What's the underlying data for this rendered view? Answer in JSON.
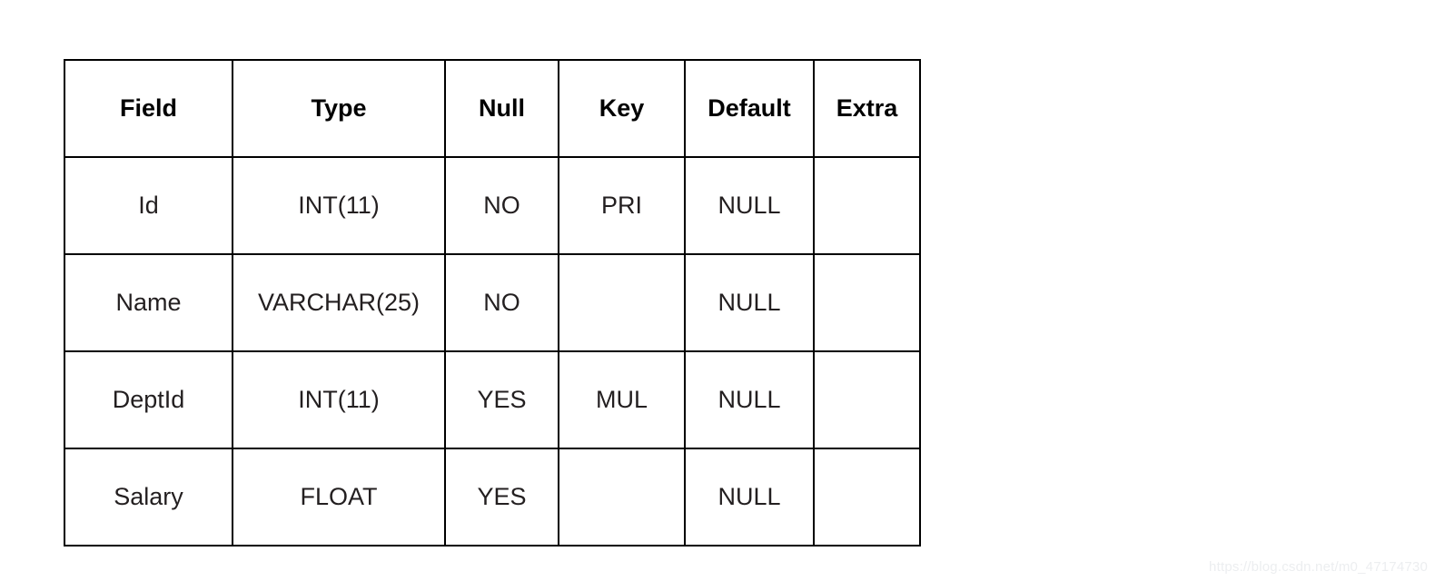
{
  "table": {
    "name": "mysql-describe-output",
    "columns": [
      {
        "key": "field",
        "label": "Field"
      },
      {
        "key": "type",
        "label": "Type"
      },
      {
        "key": "null",
        "label": "Null"
      },
      {
        "key": "key",
        "label": "Key"
      },
      {
        "key": "default",
        "label": "Default"
      },
      {
        "key": "extra",
        "label": "Extra"
      }
    ],
    "rows": [
      {
        "field": "Id",
        "type": "INT(11)",
        "null": "NO",
        "key": "PRI",
        "default": "NULL",
        "extra": ""
      },
      {
        "field": "Name",
        "type": "VARCHAR(25)",
        "null": "NO",
        "key": "",
        "default": "NULL",
        "extra": ""
      },
      {
        "field": "DeptId",
        "type": "INT(11)",
        "null": "YES",
        "key": "MUL",
        "default": "NULL",
        "extra": ""
      },
      {
        "field": "Salary",
        "type": "FLOAT",
        "null": "YES",
        "key": "",
        "default": "NULL",
        "extra": ""
      }
    ]
  },
  "watermark": {
    "text": "https://blog.csdn.net/m0_47174730"
  },
  "colors": {
    "border": "#000000",
    "header_text": "#000000",
    "body_text": "#231f20",
    "background": "#ffffff",
    "watermark_text": "#eceef0"
  }
}
